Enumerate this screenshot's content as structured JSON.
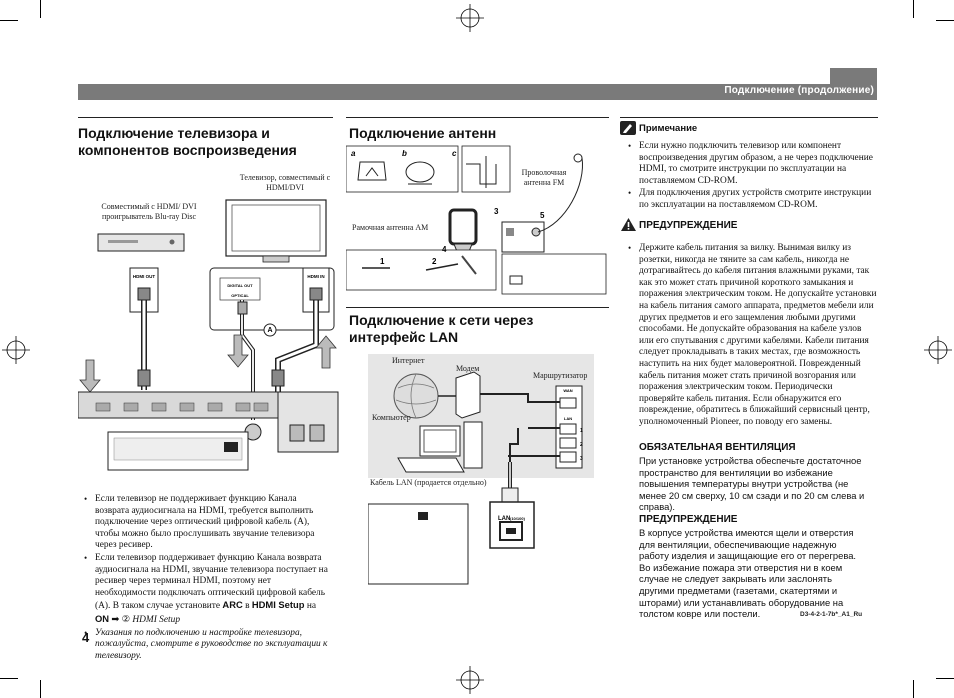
{
  "header": {
    "title": "Подключение (продолжение)"
  },
  "page_number": "4",
  "doc_code": "D3-4-2-1-7b*_A1_Ru",
  "tv_section": {
    "title_line1": "Подключение телевизора и",
    "title_line2": "компонентов воспроизведения",
    "bullets": [
      "Если телевизор не поддерживает функцию Канала возврата аудиосигнала на HDMI, требуется выполнить подключение через оптический цифровой кабель (A), чтобы можно было прослушивать звучание телевизора через ресивер.",
      "Если телевизор поддерживает функцию Канала возврата аудиосигнала на HDMI, звучание телевизора поступает на ресивер через терминал HDMI, поэтому нет необходимости подключать оптический цифровой кабель (A). В таком случае установите",
      "Указания по подключению и настройке телевизора, пожалуйста, смотрите в руководстве по эксплуатации к телевизору."
    ],
    "arc_text": {
      "arc": "ARC",
      "in": "в",
      "hdmi_setup": "HDMI Setup",
      "on_word": "на",
      "on": "ON",
      "tail": "HDMI Setup"
    }
  },
  "antenna_section": {
    "title": "Подключение антенн"
  },
  "lan_section": {
    "title_line1": "Подключение к сети через",
    "title_line2": "интерфейс LAN"
  },
  "note": {
    "title": "Примечание",
    "bullets": [
      "Если нужно подключить телевизор или компонент воспроизведения другим образом, а не через подключение HDMI, то смотрите инструкции по эксплуатации на поставляемом CD-ROM.",
      "Для подключения других устройств смотрите инструкции по эксплуатации на поставляемом CD-ROM."
    ]
  },
  "warning1": {
    "title": "ПРЕДУПРЕЖДЕНИЕ",
    "text": "Держите кабель питания за вилку. Вынимая вилку из розетки, никогда не тяните за сам кабель, никогда не дотрагивайтесь до кабеля питания влажными руками, так как это может стать причиной короткого замыкания и поражения электрическим током. Не допускайте установки на кабель питания самого аппарата, предметов мебели или других предметов и его защемления любыми другими способами. Не допускайте образования на кабеле узлов или его спутывания с другими кабелями. Кабели питания следует прокладывать в таких местах, где возможность наступить на них будет маловероятной. Поврежденный кабель питания может стать причиной возгорания или поражения электрическим током. Периодически проверяйте кабель питания. Если обнаружится его повреждение, обратитесь в ближайший сервисный центр, уполномоченный Pioneer, по поводу его замены."
  },
  "ventilation": {
    "title": "ОБЯЗАТЕЛЬНАЯ ВЕНТИЛЯЦИЯ",
    "text": "При установке устройства обеспечьте достаточное пространство для вентиляции во избежание повышения температуры внутри устройства (не менее 20 см сверху, 10 см сзади и по 20 см слева и справа)."
  },
  "warning2": {
    "title": "ПРЕДУПРЕЖДЕНИЕ",
    "text": "В корпусе устройства имеются щели и отверстия для вентиляции, обеспечивающие надежную работу изделия и защищающие его от перегрева. Во избежание пожара эти отверстия ни в коем случае не следует закрывать или заслонять другими предметами (газетами, скатертями и шторами) или устанавливать оборудование на толстом ковре или постели."
  },
  "diagrams": {
    "tv": {
      "labels": {
        "bluray": "Совместимый с HDMI/ DVI проигрыватель Blu-ray Disc",
        "tv": "Телевизор, совместимый с HDMI/DVI",
        "hdmi_out": "HDMI OUT",
        "hdmi_in": "HDMI IN",
        "digital_out": "DIGITAL OUT",
        "optical": "OPTICAL",
        "callout": "A"
      }
    },
    "antenna": {
      "labels": {
        "a": "a",
        "b": "b",
        "c": "c",
        "fm": "Проволочная антенна FM",
        "am": "Рамочная антенна AM",
        "n1": "1",
        "n2": "2",
        "n3": "3",
        "n4": "4",
        "n5": "5"
      }
    },
    "lan": {
      "labels": {
        "internet": "Интернет",
        "modem": "Модем",
        "router": "Маршрутизатор",
        "computer": "Компьютер",
        "wan": "WAN",
        "lan": "LAN",
        "p1": "1",
        "p2": "2",
        "p3": "3",
        "caption": "Кабель LAN (продается отдельно)",
        "lan_port": "LAN",
        "lan_port_sub": "(10/100)"
      }
    }
  },
  "colors": {
    "header_bar": "#7a7a7a",
    "diagram_gray": "#cfcfcf",
    "dark": "#222222"
  }
}
